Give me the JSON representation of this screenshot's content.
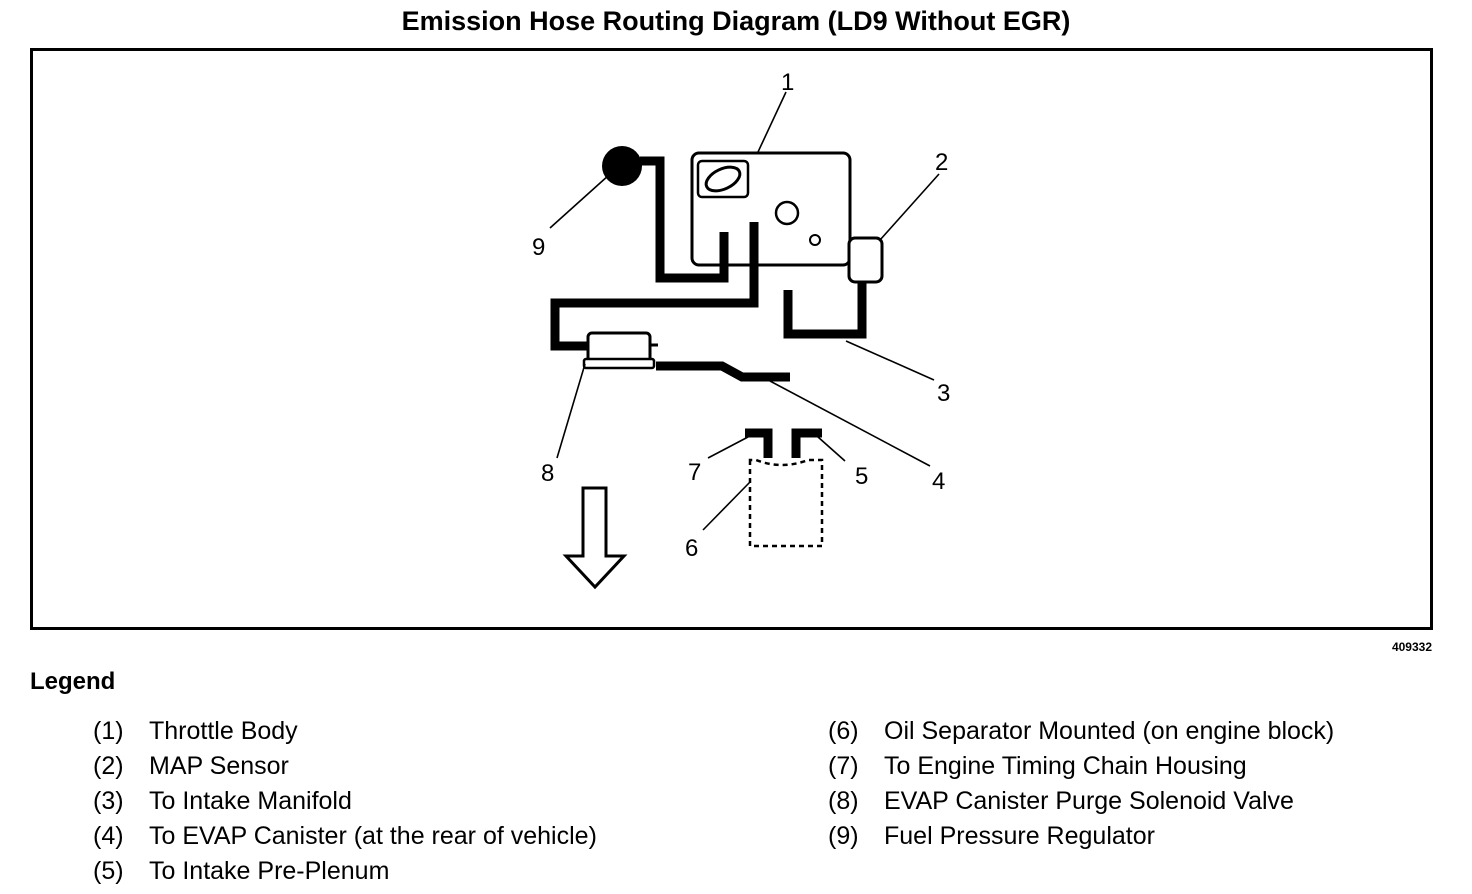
{
  "title": "Emission Hose Routing Diagram (LD9 Without EGR)",
  "figure_number": "409332",
  "callouts": [
    "1",
    "2",
    "3",
    "4",
    "5",
    "6",
    "7",
    "8",
    "9"
  ],
  "legend": {
    "title": "Legend",
    "left_items": [
      {
        "num": "(1)",
        "label": "Throttle Body"
      },
      {
        "num": "(2)",
        "label": "MAP Sensor"
      },
      {
        "num": "(3)",
        "label": "To Intake Manifold"
      },
      {
        "num": "(4)",
        "label": "To EVAP Canister (at the rear of vehicle)"
      },
      {
        "num": "(5)",
        "label": "To Intake Pre-Plenum"
      }
    ],
    "right_items": [
      {
        "num": "(6)",
        "label": "Oil Separator Mounted (on engine block)"
      },
      {
        "num": "(7)",
        "label": "To Engine Timing Chain Housing"
      },
      {
        "num": "(8)",
        "label": "EVAP Canister Purge Solenoid Valve"
      },
      {
        "num": "(9)",
        "label": "Fuel Pressure Regulator"
      }
    ]
  }
}
